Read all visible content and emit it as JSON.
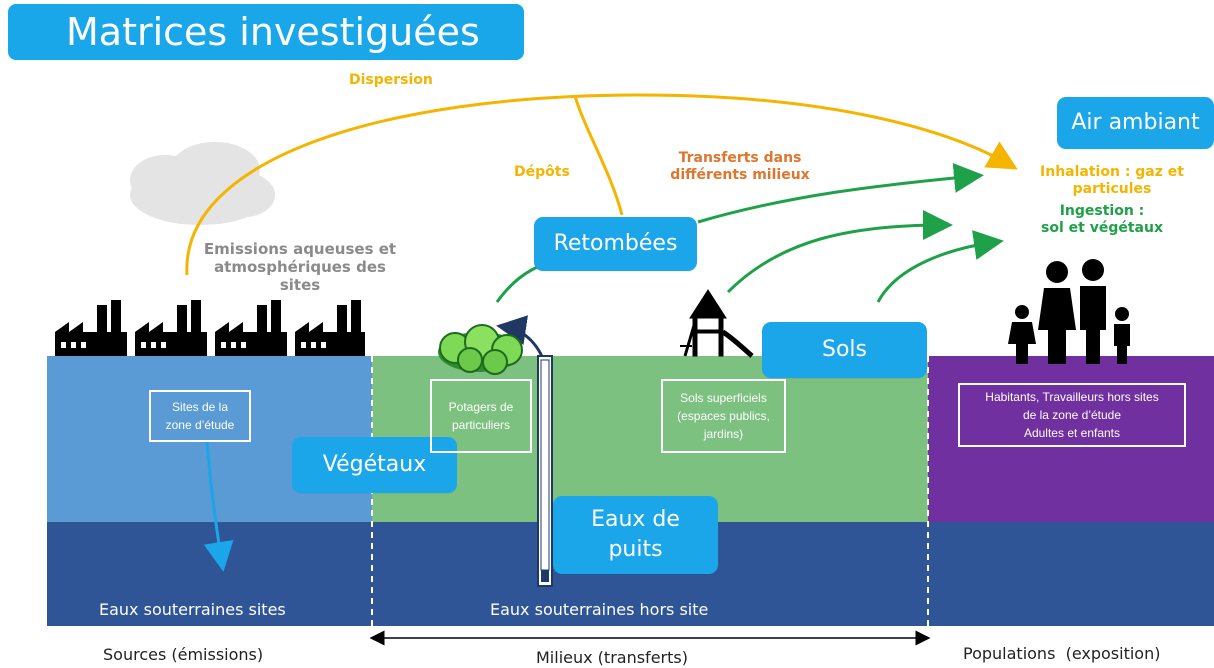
{
  "title": "Matrices investiguées",
  "arrows_labels": {
    "dispersion": "Dispersion",
    "depots": "Dépôts",
    "transferts": "Transferts dans\ndifférents milieux",
    "inhalation": "Inhalation : gaz et\nparticules",
    "ingestion": "Ingestion :\nsol et végétaux",
    "emissions": "Emissions aqueuses et\natmosphériques des\nsites"
  },
  "boxes": {
    "air_ambiant": "Air ambiant",
    "retombees": "Retombées",
    "sols": "Sols",
    "vegetaux": "Végétaux",
    "eaux_de_puits": "Eaux de\npuits"
  },
  "zones": {
    "sites": "Sites de la\nzone d’étude",
    "potagers": "Potagers de\nparticuliers",
    "sols_superficiels": "Sols superficiels\n(espaces publics,\njardins)",
    "habitants": "Habitants, Travailleurs hors sites\nde la zone d’étude\nAdultes et enfants"
  },
  "ground": {
    "eaux_sites": "Eaux souterraines sites",
    "eaux_hors_site": "Eaux souterraines hors site"
  },
  "bottom": {
    "sources": "Sources (émissions)",
    "milieux": "Milieux (transferts)",
    "populations": "Populations  (exposition)"
  },
  "colors": {
    "accent_blue": "#1ba6ea",
    "sources_zone": "#5a9bd5",
    "milieux_zone": "#7dc180",
    "populations_zone": "#7030a0",
    "ground": "#2f5597",
    "arrow_yellow": "#f4b400",
    "arrow_green": "#1fa14a",
    "text_orange": "#e0762e"
  },
  "icons": [
    "factory-icon",
    "cloud-icon",
    "cabbage-icon",
    "playground-slide-icon",
    "family-icon",
    "well-icon"
  ]
}
